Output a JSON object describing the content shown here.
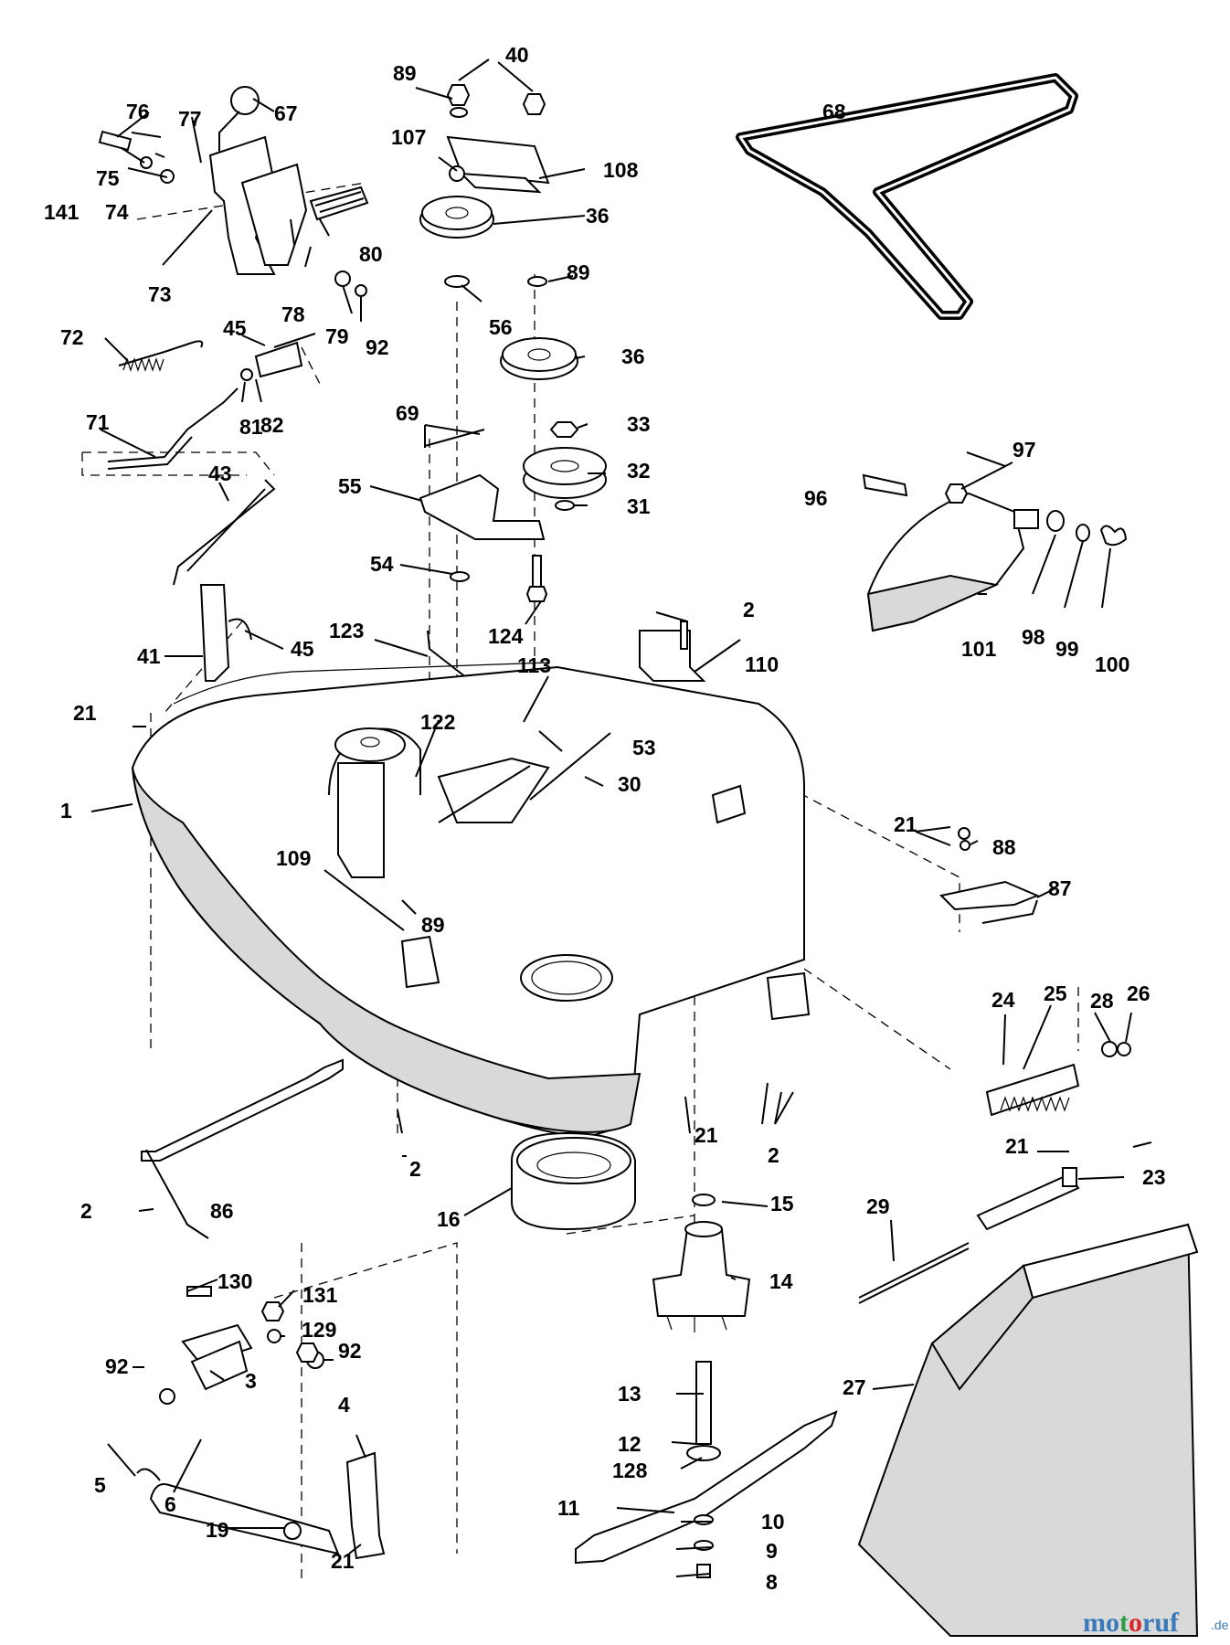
{
  "watermark": {
    "name": "motoruf",
    "suffix": ".de",
    "colors": [
      "#3a7ab8",
      "#2c9a4a",
      "#d7262a",
      "#3a7ab8"
    ]
  },
  "labels": {
    "l1": "1",
    "l2a": "2",
    "l2b": "2",
    "l2c": "2",
    "l2d": "2",
    "l3": "3",
    "l4": "4",
    "l5": "5",
    "l6": "6",
    "l8": "8",
    "l9": "9",
    "l10": "10",
    "l11": "11",
    "l12": "12",
    "l13": "13",
    "l14": "14",
    "l15": "15",
    "l16": "16",
    "l19": "19",
    "l21a": "21",
    "l21b": "21",
    "l21c": "21",
    "l21d": "21",
    "l21e": "21",
    "l23": "23",
    "l24": "24",
    "l25": "25",
    "l26": "26",
    "l27": "27",
    "l28": "28",
    "l29": "29",
    "l30": "30",
    "l31": "31",
    "l32": "32",
    "l33": "33",
    "l36a": "36",
    "l36b": "36",
    "l40": "40",
    "l41": "41",
    "l43": "43",
    "l45a": "45",
    "l45b": "45",
    "l53": "53",
    "l54": "54",
    "l55": "55",
    "l56": "56",
    "l67": "67",
    "l68": "68",
    "l69": "69",
    "l71": "71",
    "l72": "72",
    "l73": "73",
    "l74": "74",
    "l75": "75",
    "l76": "76",
    "l77": "77",
    "l78": "78",
    "l79": "79",
    "l80": "80",
    "l81": "81",
    "l82": "82",
    "l86": "86",
    "l87": "87",
    "l88": "88",
    "l89a": "89",
    "l89b": "89",
    "l89c": "89",
    "l92a": "92",
    "l92b": "92",
    "l92c": "92",
    "l96": "96",
    "l97": "97",
    "l98": "98",
    "l99": "99",
    "l100": "100",
    "l101": "101",
    "l107": "107",
    "l108": "108",
    "l109": "109",
    "l110": "110",
    "l113": "113",
    "l122": "122",
    "l123": "123",
    "l124": "124",
    "l128": "128",
    "l129": "129",
    "l130": "130",
    "l131": "131",
    "l141": "141"
  }
}
